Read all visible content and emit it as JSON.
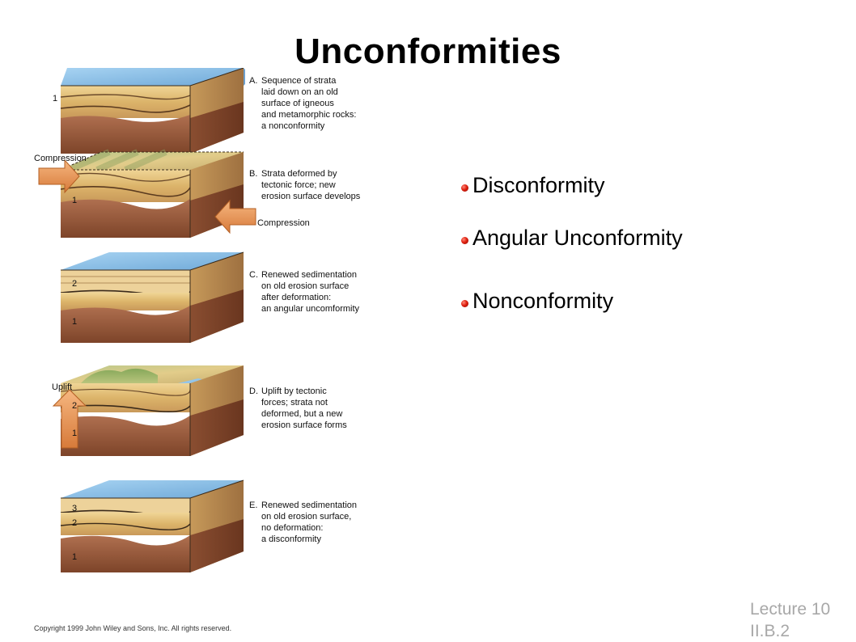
{
  "slide": {
    "title": "Unconformities",
    "bullets": [
      "Disconformity",
      "Angular Unconformity",
      "Nonconformity"
    ],
    "footer_line1": "Lecture 10",
    "footer_line2": "II.B.2"
  },
  "figure": {
    "panels": [
      {
        "letter": "A.",
        "lines": [
          "Sequence of strata",
          "laid down on an old",
          "surface of igneous",
          "and metamorphic rocks:",
          "a nonconformity"
        ],
        "layer_labels": [
          "1"
        ]
      },
      {
        "letter": "B.",
        "lines": [
          "Strata deformed by",
          "tectonic force; new",
          "erosion surface develops"
        ],
        "layer_labels": [
          "1"
        ]
      },
      {
        "letter": "C.",
        "lines": [
          "Renewed sedimentation",
          "on old erosion surface",
          "after deformation:",
          "an angular uncomformity"
        ],
        "layer_labels": [
          "2",
          "1"
        ]
      },
      {
        "letter": "D.",
        "lines": [
          "Uplift by tectonic",
          "forces; strata not",
          "deformed, but a new",
          "erosion surface forms"
        ],
        "layer_labels": [
          "2",
          "1"
        ]
      },
      {
        "letter": "E.",
        "lines": [
          "Renewed sedimentation",
          "on old erosion surface,",
          "no deformation:",
          "a disconformity"
        ],
        "layer_labels": [
          "3",
          "2",
          "1"
        ]
      }
    ],
    "compression_label_left": "Compression",
    "compression_label_right": "Compression",
    "uplift_label": "Uplift",
    "copyright": "Copyright 1999 John Wiley and Sons, Inc. All rights reserved."
  },
  "colors": {
    "water": "#8fc3ea",
    "sand": "#e5c27a",
    "basement": "#9a5b3c",
    "bullet": "#e02010",
    "footer": "#a8a8a8"
  }
}
